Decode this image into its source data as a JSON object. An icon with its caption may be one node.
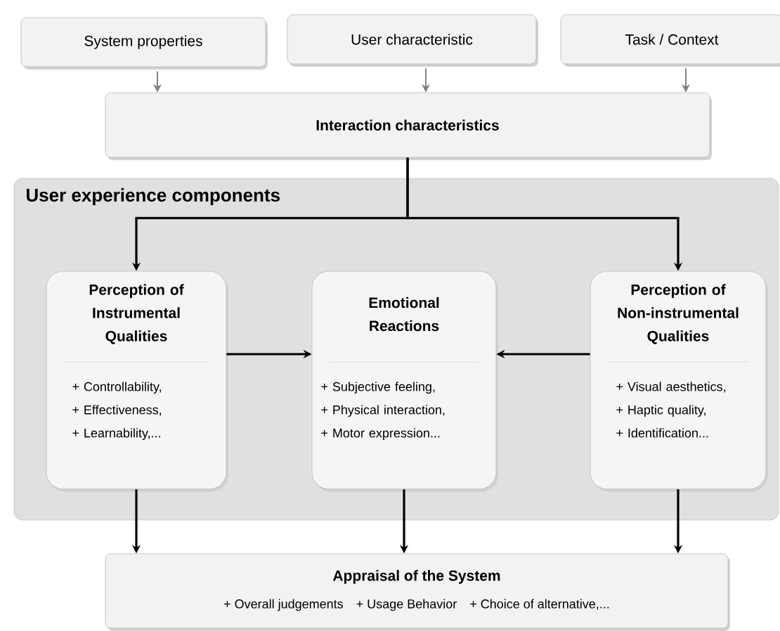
{
  "diagram": {
    "nodes": [
      {
        "text": [
          "System properties"
        ]
      },
      {
        "text": [
          "User characteristic"
        ]
      },
      {
        "text": [
          "Task / Context"
        ]
      },
      {
        "text": [
          "Interaction characteristics"
        ]
      },
      {
        "text": [
          "User experience components"
        ]
      },
      {
        "text": [
          "Perception of Instrumental Qualities",
          "+ Controllability, + Effectiveness, + Learnability,..."
        ],
        "in": 4
      },
      {
        "text": [
          "Emotional Reactions",
          "+ Subjective feeling, + Physical interaction, + Motor expression..."
        ],
        "in": 4
      },
      {
        "text": [
          "Perception of Non-instrumental Qualities",
          "+ Visual aesthetics, + Haptic quality, + Identification..."
        ],
        "in": 4
      },
      {
        "text": [
          "Appraisal of the System",
          "+ Overall judgements  + Usage Behavior  + Choice of alternative,..."
        ]
      }
    ],
    "edges": [
      {
        "from": 0,
        "to": 3,
        "arrow": "to",
        "color": "#808080"
      },
      {
        "from": 1,
        "to": 3,
        "arrow": "to",
        "color": "#808080"
      },
      {
        "from": 2,
        "to": 3,
        "arrow": "to",
        "color": "#808080"
      },
      {
        "from": 3,
        "to": 5,
        "arrow": "to"
      },
      {
        "from": 3,
        "to": 7,
        "arrow": "to"
      },
      {
        "from": 5,
        "to": 6,
        "arrow": "to"
      },
      {
        "from": 7,
        "to": 6,
        "arrow": "to"
      },
      {
        "from": 5,
        "to": 8,
        "arrow": "to"
      },
      {
        "from": 6,
        "to": 8,
        "arrow": "to"
      },
      {
        "from": 7,
        "to": 8,
        "arrow": "to"
      }
    ]
  }
}
